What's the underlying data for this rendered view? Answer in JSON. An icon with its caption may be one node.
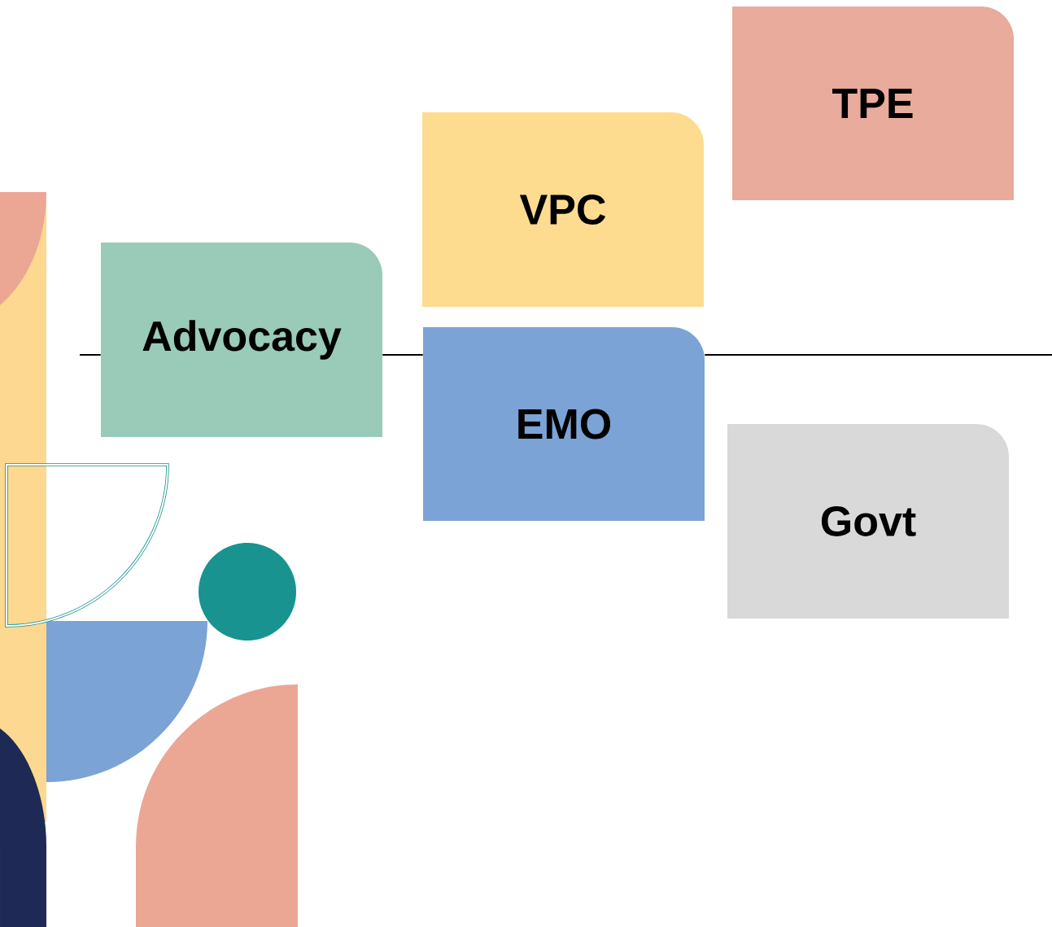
{
  "diagram": {
    "nodes": [
      {
        "text": [
          "TPE"
        ]
      },
      {
        "text": [
          "VPC"
        ]
      },
      {
        "text": [
          "Advocacy"
        ]
      },
      {
        "text": [
          "EMO"
        ]
      },
      {
        "text": [
          "Govt"
        ]
      }
    ],
    "edges": [
      {
        "from": null,
        "to": 2,
        "arrow": "none"
      },
      {
        "from": 2,
        "to": 3,
        "arrow": "none"
      },
      {
        "from": 3,
        "to": null,
        "arrow": "none"
      }
    ]
  }
}
